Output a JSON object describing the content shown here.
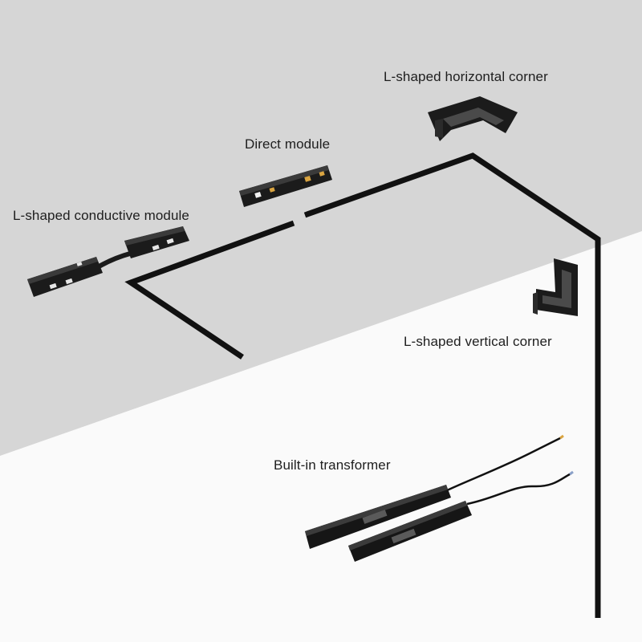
{
  "colors": {
    "ceiling": "#d6d6d6",
    "wall": "#fafafa",
    "track": "#111111",
    "component": "#1b1b1b",
    "contact": "#d9a441",
    "text": "#1e1e1e"
  },
  "labels": {
    "horizontal_corner": "L-shaped horizontal corner",
    "direct_module": "Direct module",
    "conductive_module": "L-shaped conductive module",
    "vertical_corner": "L-shaped vertical corner",
    "transformer": "Built-in transformer"
  },
  "components": [
    {
      "name": "L-shaped horizontal corner",
      "icon": "l-horizontal-corner-icon"
    },
    {
      "name": "Direct module",
      "icon": "direct-module-icon"
    },
    {
      "name": "L-shaped conductive module",
      "icon": "l-conductive-module-icon"
    },
    {
      "name": "L-shaped vertical corner",
      "icon": "l-vertical-corner-icon"
    },
    {
      "name": "Built-in transformer",
      "icon": "transformer-icon"
    }
  ]
}
